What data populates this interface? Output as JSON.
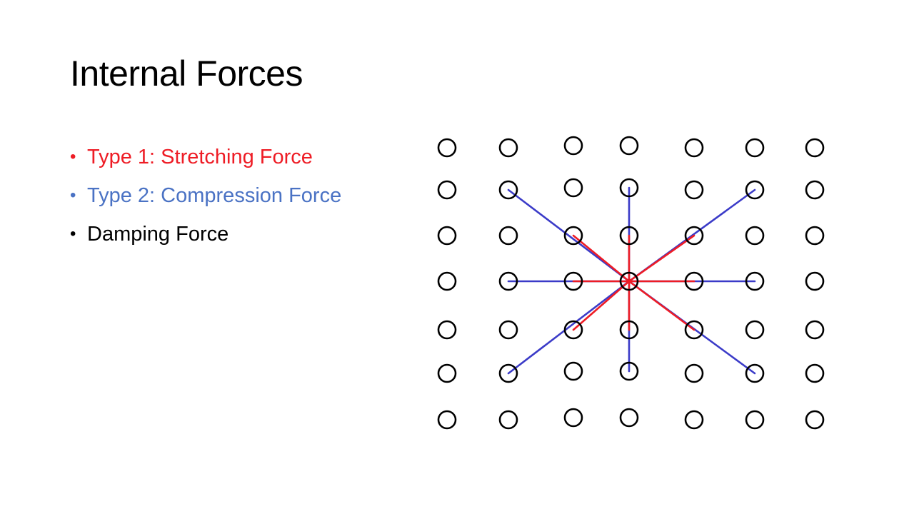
{
  "slide": {
    "title": "Internal Forces",
    "bullets": [
      {
        "text": "Type 1: Stretching Force",
        "color": "#ee1c25"
      },
      {
        "text": "Type 2: Compression Force",
        "color": "#4a72c4"
      },
      {
        "text": "Damping Force",
        "color": "#000000"
      }
    ]
  },
  "diagram": {
    "grid_rows": 7,
    "grid_cols": 7,
    "node_color": "#000000",
    "stretching_color": "#ee1c25",
    "compression_color": "#3b3bc8",
    "center_node": {
      "row": 3,
      "col": 3
    },
    "stretching_neighbors": [
      {
        "row": 2,
        "col": 2
      },
      {
        "row": 2,
        "col": 3
      },
      {
        "row": 2,
        "col": 4
      },
      {
        "row": 3,
        "col": 2
      },
      {
        "row": 3,
        "col": 4
      },
      {
        "row": 4,
        "col": 2
      },
      {
        "row": 4,
        "col": 3
      },
      {
        "row": 4,
        "col": 4
      }
    ],
    "compression_neighbors": [
      {
        "row": 1,
        "col": 1
      },
      {
        "row": 1,
        "col": 3
      },
      {
        "row": 1,
        "col": 5
      },
      {
        "row": 3,
        "col": 1
      },
      {
        "row": 3,
        "col": 5
      },
      {
        "row": 5,
        "col": 1
      },
      {
        "row": 5,
        "col": 3
      },
      {
        "row": 5,
        "col": 5
      }
    ]
  }
}
